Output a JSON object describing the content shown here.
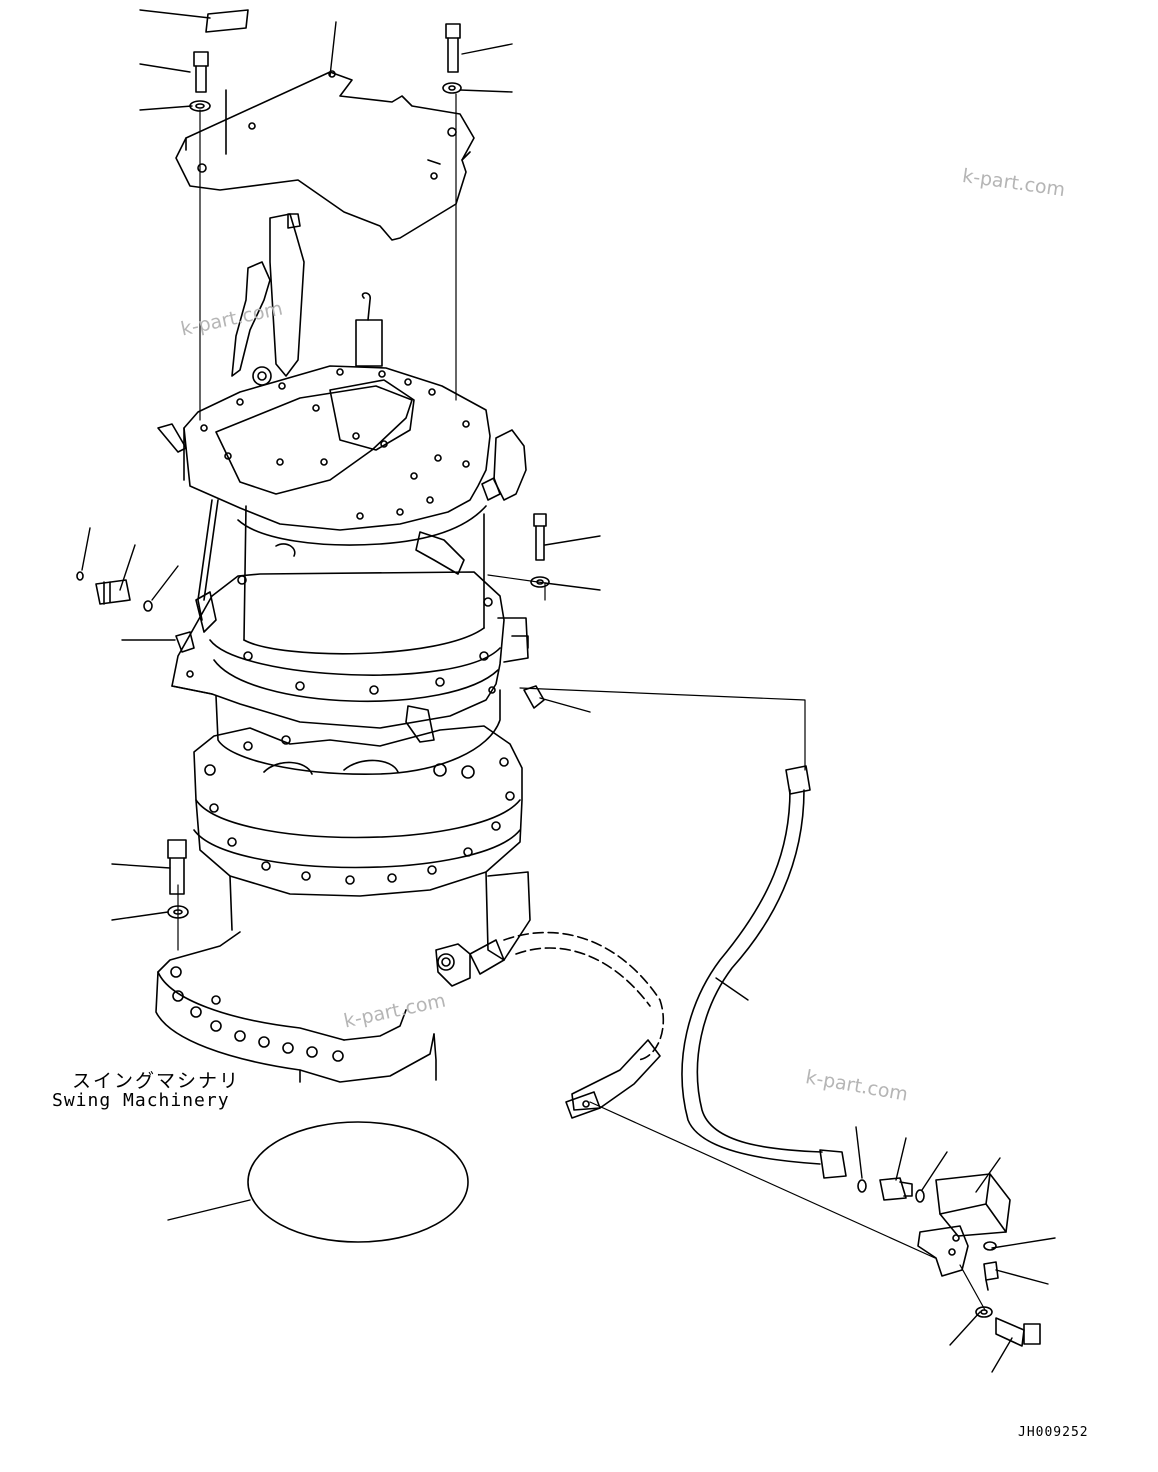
{
  "diagram": {
    "caption_jp": "スイングマシナリ",
    "caption_en": "Swing Machinery",
    "drawing_number": "JH009252",
    "watermarks": [
      "k-part.com",
      "k-part.com",
      "k-part.com",
      "k-part.com"
    ]
  },
  "colors": {
    "line": "#000000",
    "background": "#ffffff",
    "watermark": "#b5b5b5"
  }
}
